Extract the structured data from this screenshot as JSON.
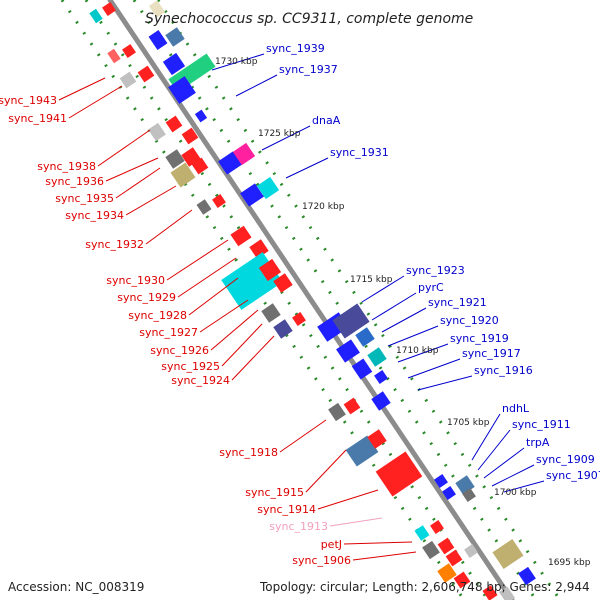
{
  "title": "Synechococcus sp. CC9311, complete genome",
  "accession": "Accession: NC_008319",
  "summary": "Topology: circular; Length: 2,606,748 bp; Genes: 2,944",
  "colors": {
    "backbone": "#8c8c8c",
    "dots": "#2a8a2a",
    "minus_label": "#dd0000",
    "plus_label": "#0000cc",
    "faded_label": "#f0a0c0"
  },
  "scale_labels": [
    "1730 kbp",
    "1725 kbp",
    "1720 kbp",
    "1715 kbp",
    "1710 kbp",
    "1705 kbp",
    "1700 kbp",
    "1695 kbp"
  ],
  "minus_labels": [
    "sync_1943",
    "sync_1941",
    "sync_1938",
    "sync_1936",
    "sync_1935",
    "sync_1934",
    "sync_1932",
    "sync_1930",
    "sync_1929",
    "sync_1928",
    "sync_1927",
    "sync_1926",
    "sync_1925",
    "sync_1924",
    "sync_1918",
    "sync_1915",
    "sync_1914",
    "sync_1913",
    "petJ",
    "sync_1906"
  ],
  "plus_labels": [
    "sync_1939",
    "sync_1937",
    "dnaA",
    "sync_1931",
    "sync_1923",
    "pyrC",
    "sync_1921",
    "sync_1920",
    "sync_1919",
    "sync_1917",
    "sync_1916",
    "ndhL",
    "sync_1911",
    "trpA",
    "sync_1909",
    "sync_1907"
  ]
}
